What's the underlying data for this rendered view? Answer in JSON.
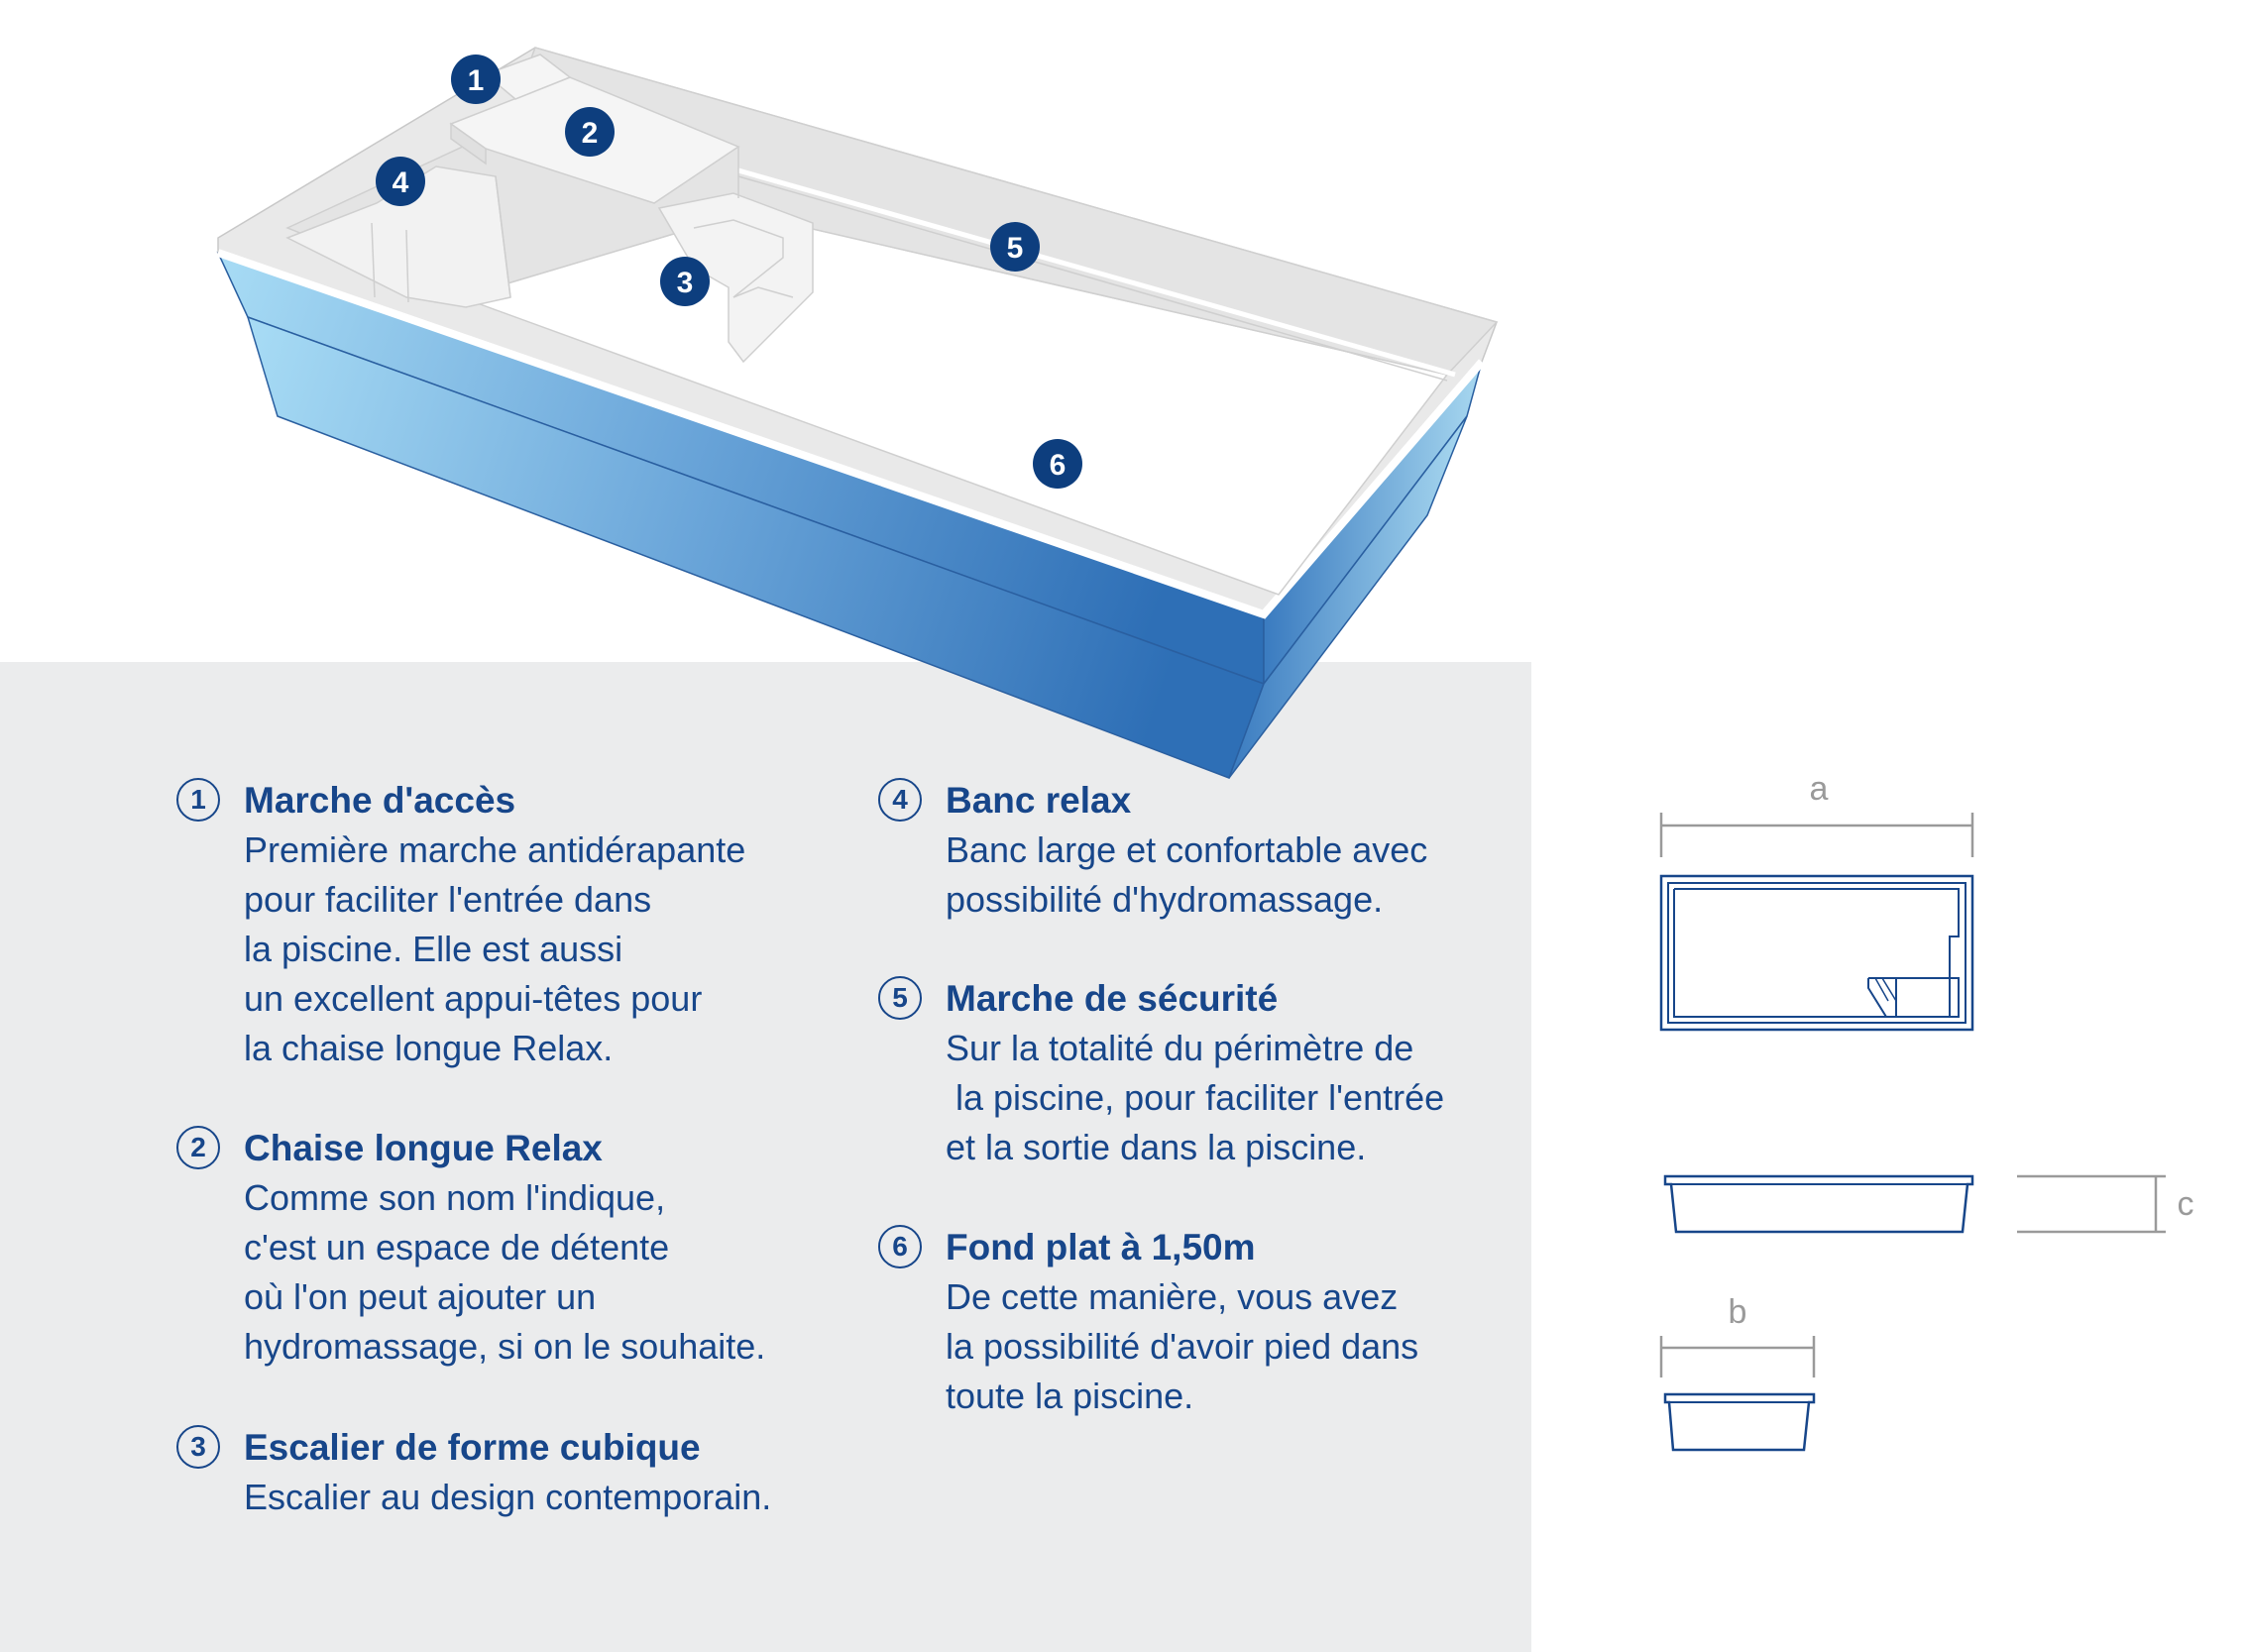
{
  "colors": {
    "accent": "#17468a",
    "panel_bg": "#ebeced",
    "pool_gradient_light": "#a8dcf5",
    "pool_gradient_dark": "#2e6fb6",
    "dimension_line": "#9a9a9a"
  },
  "diagram": {
    "badges": [
      "1",
      "2",
      "3",
      "4",
      "5",
      "6"
    ]
  },
  "features": [
    {
      "number": "1",
      "title": "Marche d'accès",
      "lines": [
        "Première marche antidérapante",
        "pour faciliter l'entrée dans",
        "la piscine. Elle est aussi",
        "un excellent appui-têtes pour",
        "la chaise longue Relax."
      ]
    },
    {
      "number": "2",
      "title": "Chaise longue Relax",
      "lines": [
        "Comme son nom l'indique,",
        "c'est un espace de détente",
        "où l'on peut ajouter un",
        "hydromassage, si on le souhaite."
      ]
    },
    {
      "number": "3",
      "title": "Escalier de forme cubique",
      "lines": [
        "Escalier au design contemporain."
      ]
    },
    {
      "number": "4",
      "title": "Banc relax",
      "lines": [
        "Banc large et confortable avec",
        "possibilité d'hydromassage."
      ]
    },
    {
      "number": "5",
      "title": "Marche de sécurité",
      "lines": [
        "Sur la totalité du périmètre de",
        " la piscine, pour faciliter l'entrée",
        "et la sortie dans la piscine."
      ]
    },
    {
      "number": "6",
      "title": "Fond plat à 1,50m",
      "lines": [
        "De cette manière, vous avez",
        "la possibilité d'avoir pied dans",
        "toute la piscine."
      ]
    }
  ],
  "dimensions": {
    "a": "a",
    "b": "b",
    "c": "c"
  }
}
